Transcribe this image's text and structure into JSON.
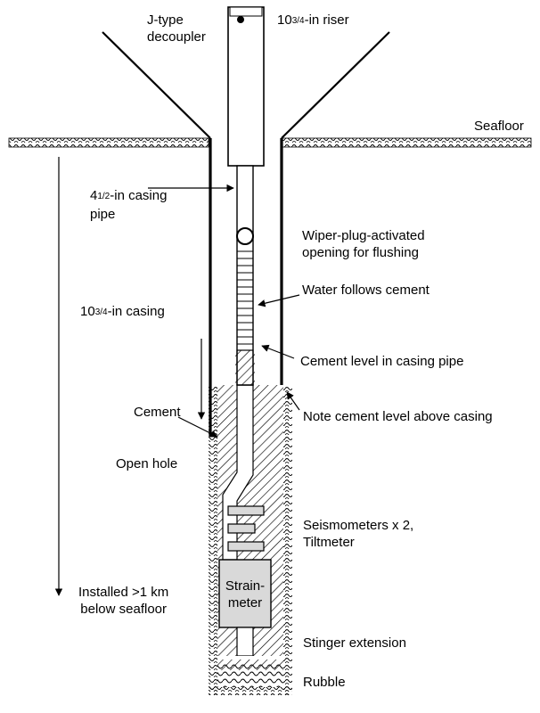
{
  "labels": {
    "decoupler_line1": "J-type",
    "decoupler_line2": "decoupler",
    "riser_pre": "10",
    "riser_frac": "3/4",
    "riser_post": "-in riser",
    "seafloor": "Seafloor",
    "casing_pipe_pre": "4",
    "casing_pipe_frac": "1/2",
    "casing_pipe_post": "-in casing",
    "casing_pipe_line2": "pipe",
    "wiper_line1": "Wiper-plug-activated",
    "wiper_line2": "opening for flushing",
    "water": "Water follows cement",
    "casing_pre": "10",
    "casing_frac": "3/4",
    "casing_post": "-in casing",
    "cement_level_pipe": "Cement level in casing pipe",
    "cement": "Cement",
    "note_cement": "Note cement level above casing",
    "open_hole": "Open hole",
    "seismometers_line1": "Seismometers x 2,",
    "seismometers_line2": "Tiltmeter",
    "strainmeter_line1": "Strain-",
    "strainmeter_line2": "meter",
    "installed_line1": "Installed >1 km",
    "installed_line2": "below seafloor",
    "stinger": "Stinger extension",
    "rubble": "Rubble"
  }
}
